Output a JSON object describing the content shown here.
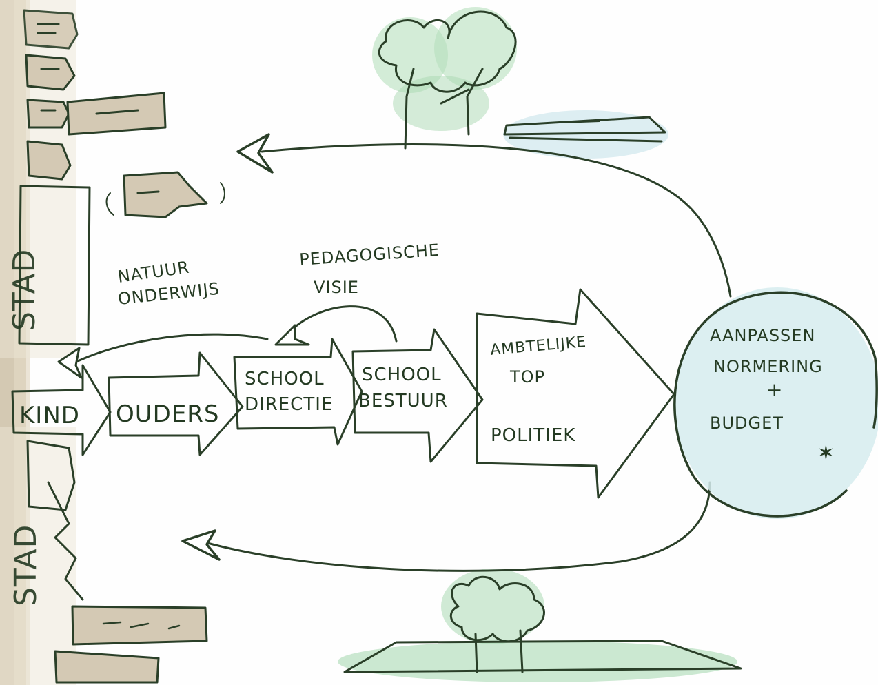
{
  "labels": {
    "stad_top": "STAD",
    "stad_bottom": "STAD",
    "natuur_line1": "NATUUR",
    "natuur_line2": "ONDERWIJS",
    "pedagogische_line1": "PEDAGOGISCHE",
    "pedagogische_line2": "VISIE"
  },
  "chain": {
    "kind": "KIND",
    "ouders": "OUDERS",
    "school_directie_line1": "SCHOOL",
    "school_directie_line2": "DIRECTIE",
    "school_bestuur_line1": "SCHOOL",
    "school_bestuur_line2": "BESTUUR",
    "ambtelijke_line1": "AMBTELIJKE",
    "ambtelijke_line2": "TOP",
    "politiek": "POLITIEK"
  },
  "circle": {
    "line1": "AANPASSEN",
    "line2": "NORMERING",
    "plus": "+",
    "line3": "BUDGET",
    "star": "✶"
  },
  "colors": {
    "ink": "#2a3f28",
    "arrow_fill": "#c9e8cf",
    "circle_fill": "#d6ecee",
    "pond_fill": "#cfe7ec",
    "tree_fill": "#a9d8b2",
    "city_fill": "#cdbfa6"
  }
}
